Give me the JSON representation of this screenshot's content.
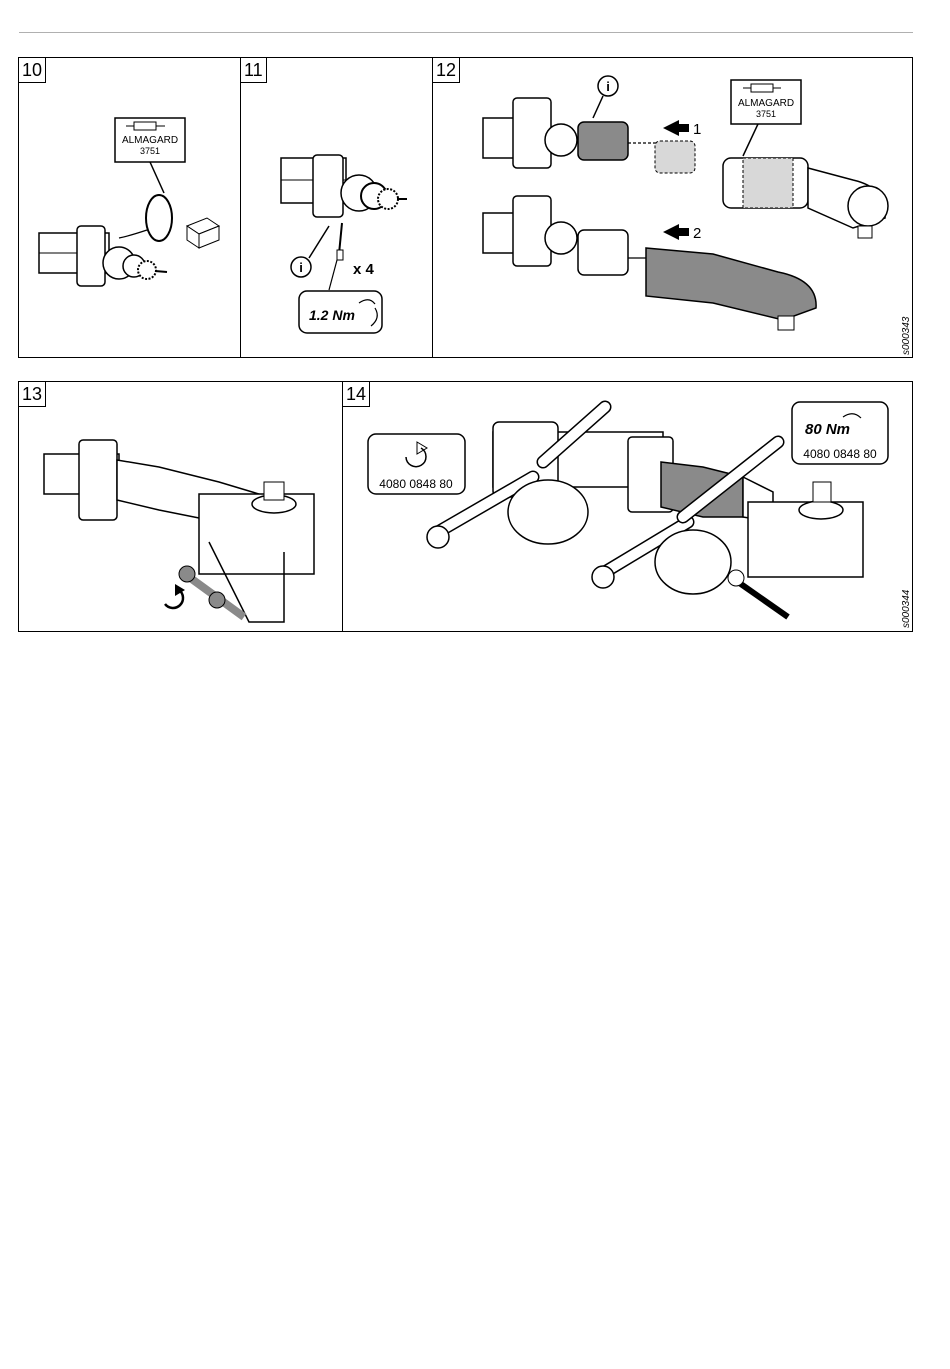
{
  "steps": [
    {
      "number": "10",
      "label_lines": [
        "ALMAGARD",
        "3751"
      ]
    },
    {
      "number": "11",
      "qty": "x 4",
      "torque": "1.2 Nm"
    },
    {
      "number": "12",
      "label_lines": [
        "ALMAGARD",
        "3751"
      ],
      "arrow1": "1",
      "arrow2": "2",
      "code": "s000343"
    },
    {
      "number": "13"
    },
    {
      "number": "14",
      "tool_left": "4080 0848 80",
      "torque": "80 Nm",
      "tool_right": "4080 0848 80",
      "code": "s000344"
    }
  ],
  "colors": {
    "line": "#000000",
    "grey": "#8a8a8a",
    "light": "#d8d8d8"
  }
}
